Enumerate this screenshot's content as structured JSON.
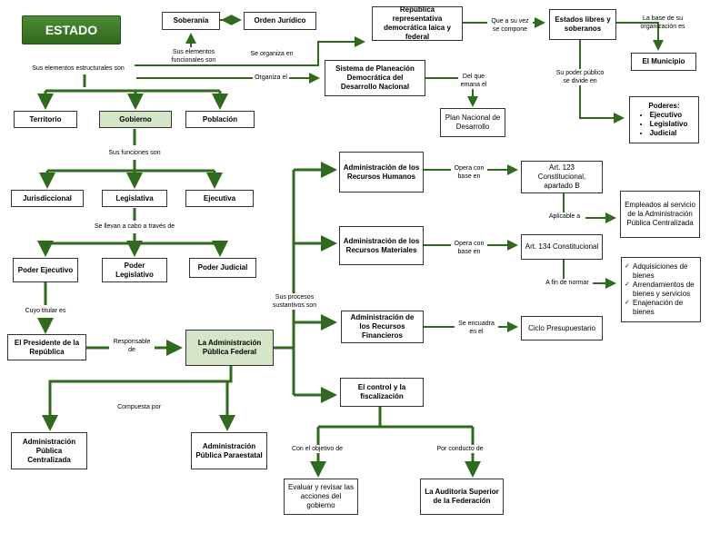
{
  "title": "ESTADO",
  "nodes": {
    "soberania": "Soberanía",
    "orden_juridico": "Orden Jurídico",
    "republica": "República representativa democrática laica y federal",
    "estados_libres": "Estados libres y soberanos",
    "municipio": "El Municipio",
    "sistema_planeacion": "Sistema de Planeación Democrática del Desarrollo Nacional",
    "plan_nacional": "Plan Nacional de Desarrollo",
    "poderes_title": "Poderes:",
    "poderes_items": [
      "Ejecutivo",
      "Legislativo",
      "Judicial"
    ],
    "territorio": "Territorio",
    "gobierno": "Gobierno",
    "poblacion": "Población",
    "jurisdiccional": "Jurisdiccional",
    "legislativa": "Legislativa",
    "ejecutiva": "Ejecutiva",
    "poder_ejecutivo": "Poder Ejecutivo",
    "poder_legislativo": "Poder Legislativo",
    "poder_judicial": "Poder Judicial",
    "presidente": "El Presidente de la República",
    "admin_publica_federal": "La Administración Pública Federal",
    "admin_centralizada": "Administración Pública Centralizada",
    "admin_paraestatal": "Administración Pública Paraestatal",
    "recursos_humanos": "Administración de los Recursos Humanos",
    "recursos_materiales": "Administración de los Recursos Materiales",
    "recursos_financieros": "Administración de los Recursos Financieros",
    "control": "El control y la fiscalización",
    "art123": "Art. 123 Constitucional, apartado B",
    "art134": "Art. 134 Constitucional",
    "ciclo": "Ciclo Presupuestario",
    "empleados": "Empleados al servicio de la Administración Pública Centralizada",
    "normar_items": [
      "Adquisiciones de bienes",
      "Arrendamientos de bienes y servicios",
      "Enajenación de bienes"
    ],
    "evaluar": "Evaluar y revisar las acciones del gobierno",
    "auditoria": "La Auditoría Superior de la Federación"
  },
  "labels": {
    "elementos_estructurales": "Sus elementos estructurales son",
    "elementos_funcionales": "Sus elementos funcionales son",
    "se_organiza_en": "Se organiza en",
    "organiza_el": "Organiza el",
    "que_a_su_vez": "Que a su vez se compone",
    "base_organizacion": "La base de su organización es",
    "del_que_emana": "Del que emana el",
    "poder_publico": "Su poder público se divide en",
    "funciones": "Sus funciones son",
    "se_llevan": "Se llevan a cabo a través de",
    "cuyo_titular": "Cuyo titular es",
    "responsable_de": "Responsable de",
    "compuesta_por": "Compuesta por",
    "procesos": "Sus procesos sustantivos son",
    "opera_con_1": "Opera con base en",
    "opera_con_2": "Opera con base en",
    "aplicable_a": "Aplicable a",
    "fin_normar": "A fin de normar",
    "se_encuadra": "Se encuadra en el",
    "objetivo_de": "Con el objetivo de",
    "por_conducto": "Por conducto de"
  },
  "colors": {
    "title_bg": "#3f7a2a",
    "highlight_fill": "#d4e6c7",
    "connector": "#2f6a1e"
  }
}
